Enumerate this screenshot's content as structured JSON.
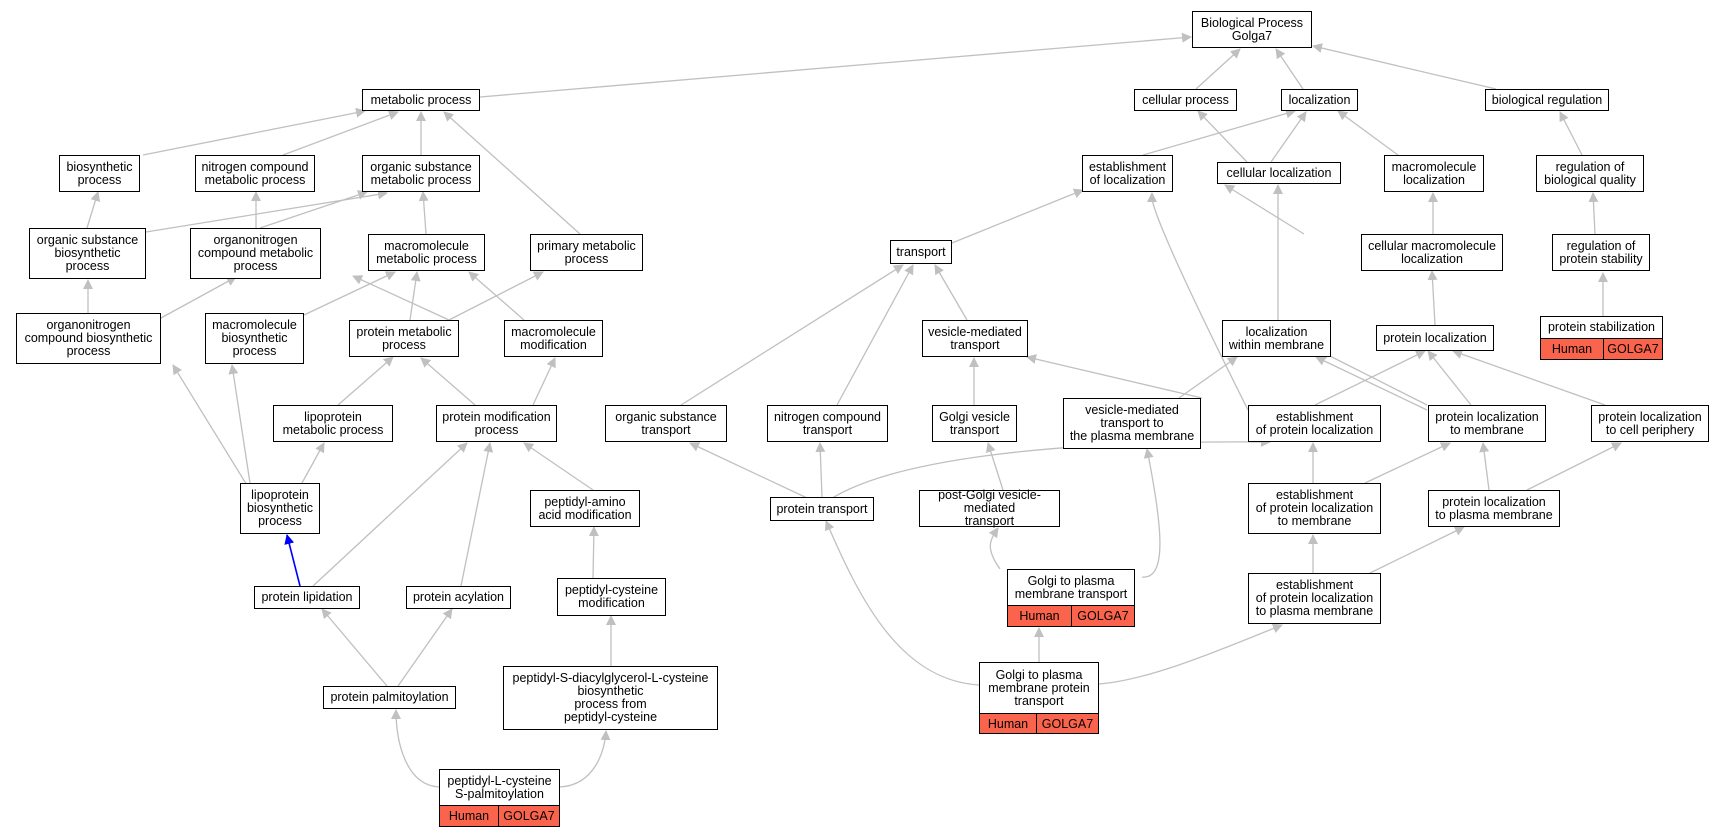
{
  "nodes": {
    "bp": "Biological Process\nGolga7",
    "metabolic": "metabolic process",
    "cellular_process": "cellular process",
    "localization": "localization",
    "biological_regulation": "biological regulation",
    "biosynthetic": "biosynthetic\nprocess",
    "nitrogen_compound_met": "nitrogen compound\nmetabolic process",
    "organic_substance_met": "organic substance\nmetabolic process",
    "establishment_of_localization": "establishment\nof localization",
    "cellular_localization": "cellular localization",
    "macromolecule_localization": "macromolecule\nlocalization",
    "regulation_bio_quality": "regulation of\nbiological quality",
    "organic_substance_bios": "organic substance\nbiosynthetic\nprocess",
    "organonitrogen_met": "organonitrogen\ncompound metabolic\nprocess",
    "macromolecule_met": "macromolecule\nmetabolic process",
    "primary_met": "primary metabolic\nprocess",
    "transport": "transport",
    "cellular_macromolecule_loc": "cellular macromolecule\nlocalization",
    "regulation_protein_stability": "regulation of\nprotein stability",
    "organonitrogen_bios": "organonitrogen\ncompound biosynthetic\nprocess",
    "macromolecule_bios": "macromolecule\nbiosynthetic\nprocess",
    "protein_met": "protein metabolic\nprocess",
    "macromolecule_mod": "macromolecule\nmodification",
    "vesicle_mediated_transport": "vesicle-mediated\ntransport",
    "localization_within_membrane": "localization\nwithin membrane",
    "protein_localization": "protein localization",
    "protein_stabilization": "protein stabilization",
    "lipoprotein_met": "lipoprotein\nmetabolic process",
    "protein_modification": "protein modification\nprocess",
    "organic_substance_transport": "organic substance\ntransport",
    "nitrogen_compound_transport": "nitrogen compound\ntransport",
    "golgi_vesicle_transport": "Golgi vesicle\ntransport",
    "vesicle_transport_pm": "vesicle-mediated\ntransport to\nthe plasma membrane",
    "establishment_protein_loc": "establishment\nof protein localization",
    "protein_loc_membrane": "protein localization\nto membrane",
    "protein_loc_cell_periphery": "protein localization\nto cell periphery",
    "lipoprotein_bios": "lipoprotein\nbiosynthetic\nprocess",
    "peptidyl_amino_acid_mod": "peptidyl-amino\nacid modification",
    "protein_transport": "protein transport",
    "post_golgi_transport": "post-Golgi vesicle-mediated\ntransport",
    "establishment_protein_loc_membrane": "establishment\nof protein localization\nto membrane",
    "protein_loc_pm": "protein localization\nto plasma membrane",
    "protein_lipidation": "protein lipidation",
    "protein_acylation": "protein acylation",
    "peptidyl_cysteine_mod": "peptidyl-cysteine\nmodification",
    "golgi_to_pm_transport": "Golgi to plasma\nmembrane transport",
    "establishment_protein_loc_pm": "establishment\nof protein localization\nto plasma membrane",
    "protein_palmitoylation": "protein palmitoylation",
    "peptidyl_s_diacylglycerol": "peptidyl-S-diacylglycerol-L-cysteine\nbiosynthetic\nprocess from\npeptidyl-cysteine",
    "golgi_to_pm_protein_transport": "Golgi to plasma\nmembrane protein\ntransport",
    "peptidyl_l_cysteine_palm": "peptidyl-L-cysteine\nS-palmitoylation"
  },
  "annotation": {
    "species": "Human",
    "gene": "GOLGA7",
    "color": "#fb644c"
  },
  "edge_color": "#c0c0c0",
  "highlight_edge_color": "#0000ff"
}
